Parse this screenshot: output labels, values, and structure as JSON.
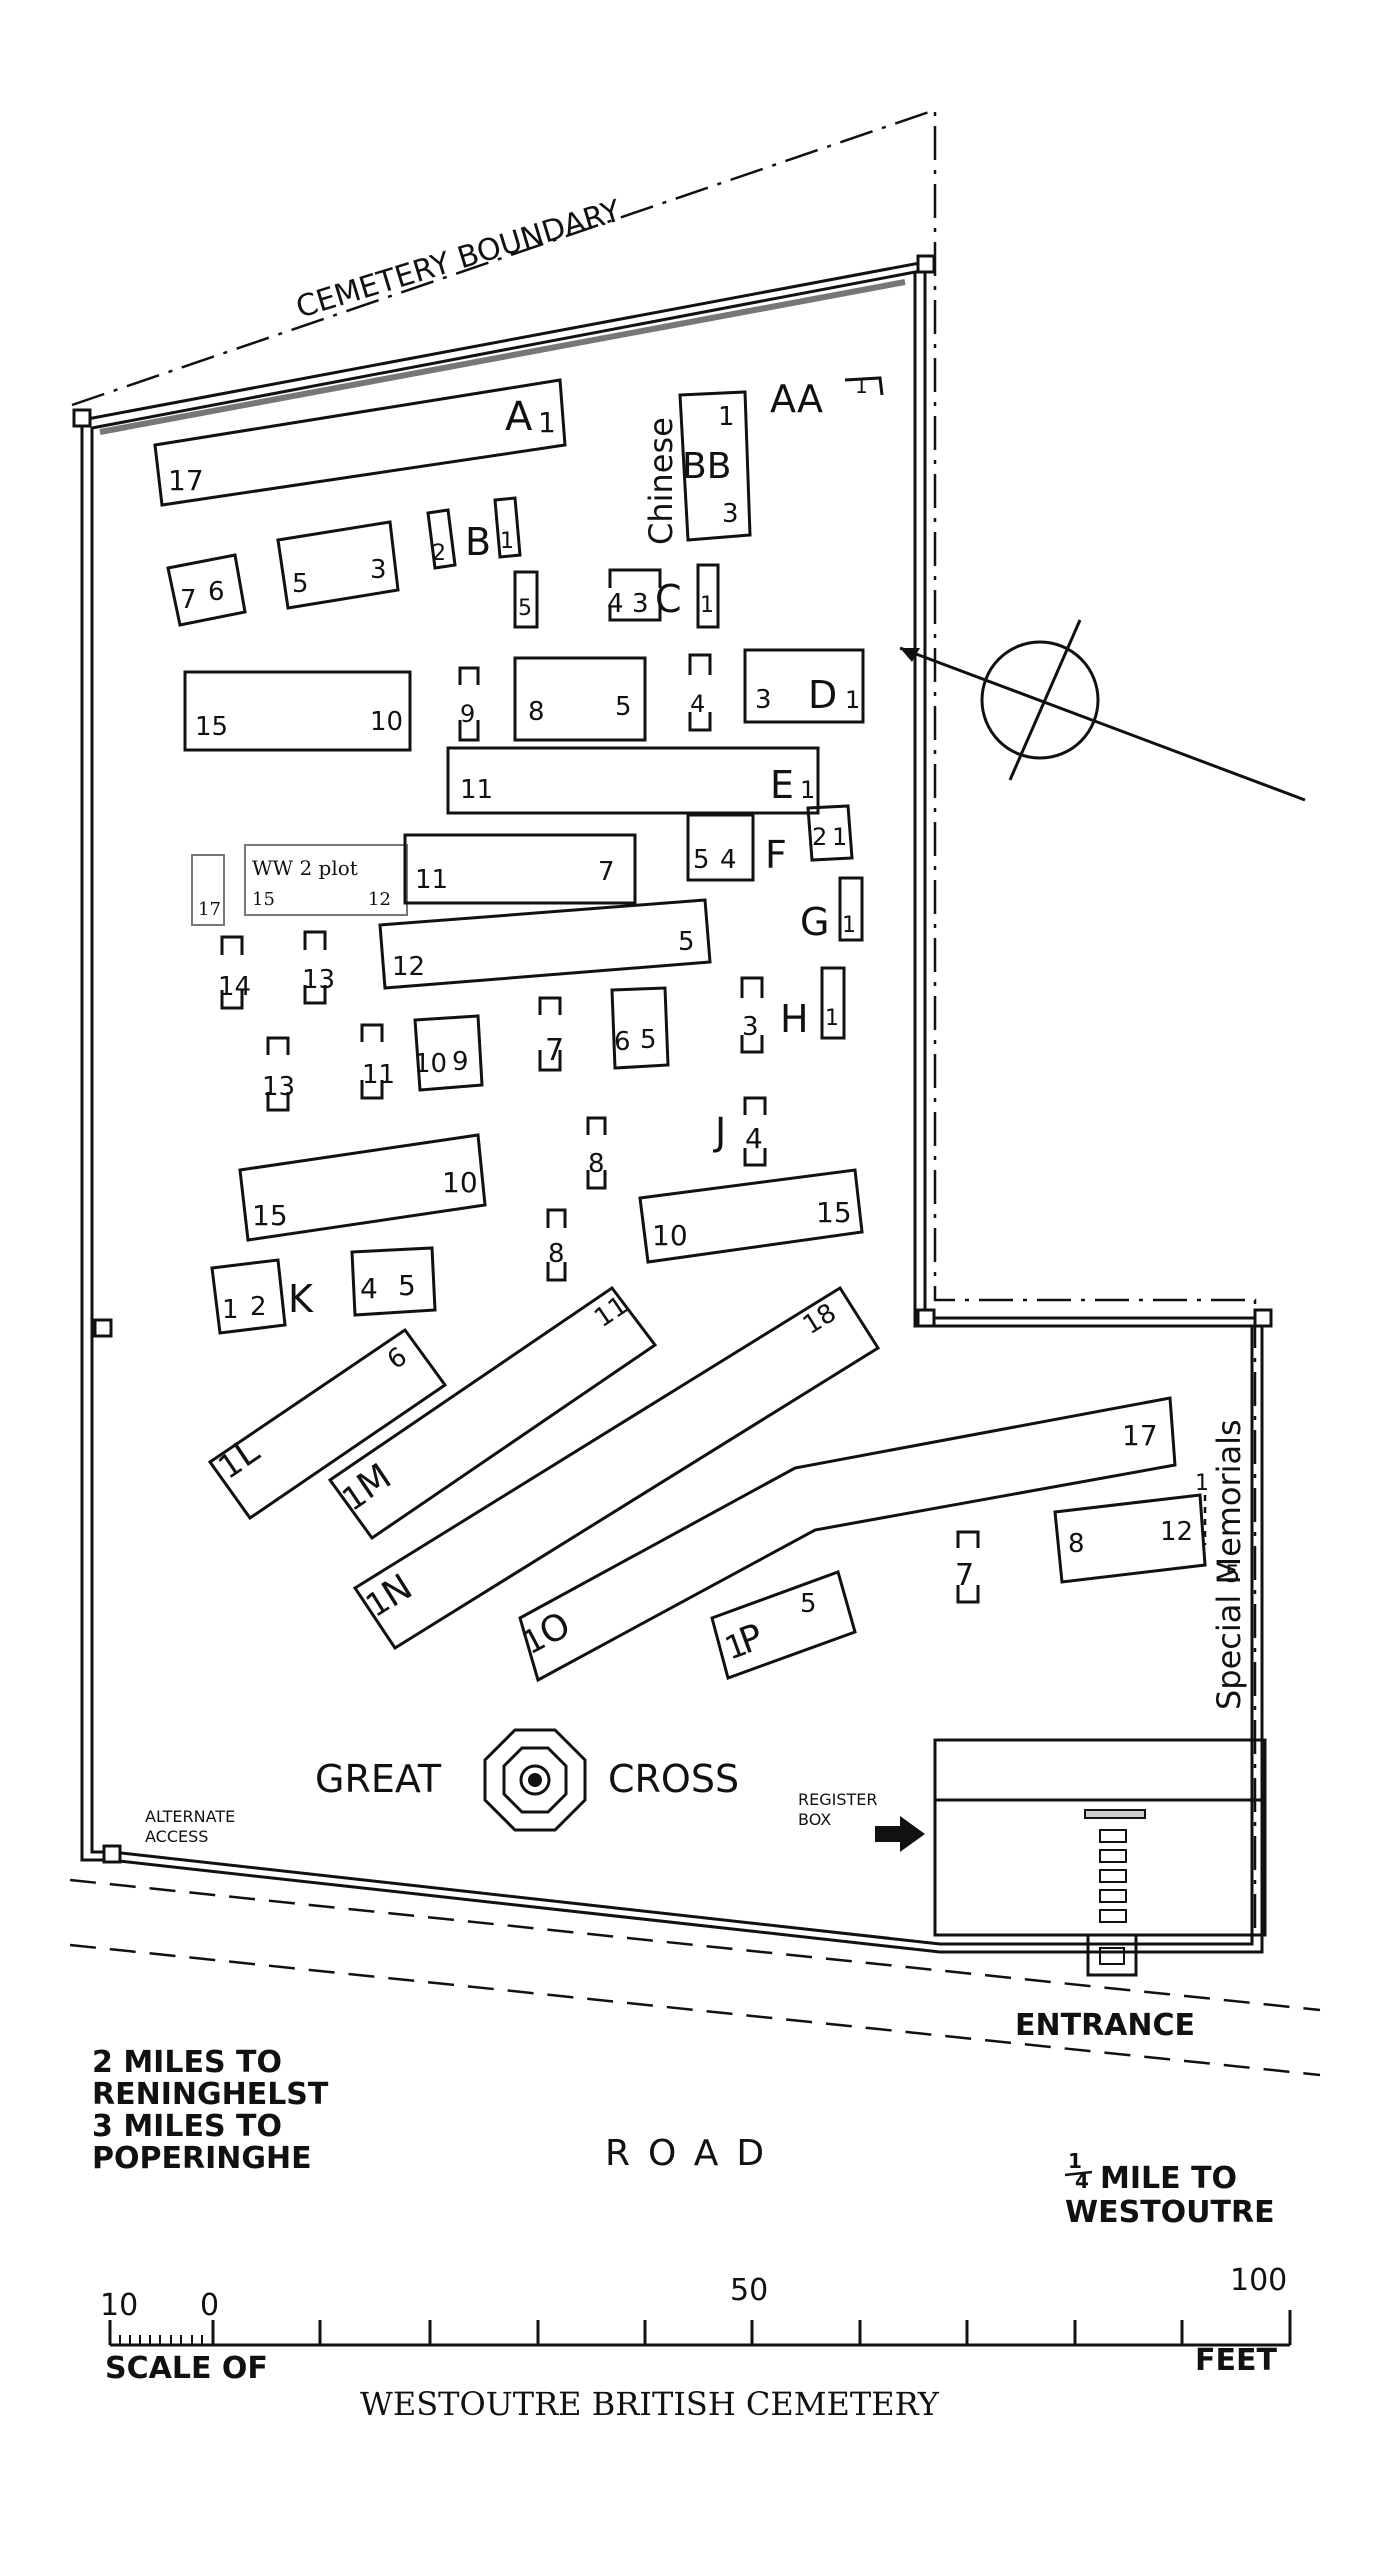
{
  "map": {
    "boundary_label": "CEMETERY BOUNDARY",
    "entrance_label": "ENTRANCE",
    "road_label": "ROAD",
    "register_label_1": "REGISTER",
    "register_label_2": "BOX",
    "alternate_label_1": "ALTERNATE",
    "alternate_label_2": "ACCESS",
    "great": "GREAT",
    "cross": "CROSS",
    "chinese": "Chinese",
    "special_memorials": "Special Memorials",
    "ww2_plot": "WW 2 plot",
    "dir_left_1": "2 MILES TO",
    "dir_left_2": "RENINGHELST",
    "dir_left_3": "3 MILES TO",
    "dir_left_4": "POPERINGHE",
    "dir_right_1a": "1",
    "dir_right_1b": "4",
    "dir_right_1c": "MILE TO",
    "dir_right_2": "WESTOUTRE",
    "scale_10": "10",
    "scale_0": "0",
    "scale_50": "50",
    "scale_100": "100",
    "scale_of": "SCALE OF",
    "feet": "FEET",
    "title": "WESTOUTRE BRITISH CEMETERY"
  },
  "plots": {
    "A": {
      "letter": "A",
      "first": "1",
      "last": "17"
    },
    "AA": {
      "letter": "AA",
      "first": "1"
    },
    "BB": {
      "letter": "BB",
      "first": "1",
      "last": "3"
    },
    "row76": {
      "a": "7",
      "b": "6"
    },
    "row53": {
      "a": "5",
      "b": "3"
    },
    "B": {
      "letter": "B",
      "a": "2",
      "b": "1",
      "c": "5"
    },
    "C": {
      "letter": "C",
      "a": "4",
      "b": "3",
      "c": "1"
    },
    "row1510": {
      "a": "15",
      "b": "10"
    },
    "r9": "9",
    "row85": {
      "a": "8",
      "b": "5"
    },
    "r4": "4",
    "D": {
      "letter": "D",
      "a": "3",
      "b": "1"
    },
    "E": {
      "letter": "E",
      "a": "11",
      "b": "1"
    },
    "ww2": {
      "a": "17",
      "b": "15",
      "c": "12"
    },
    "row117": {
      "a": "11",
      "b": "7"
    },
    "F": {
      "letter": "F",
      "a": "5",
      "b": "4",
      "c": "2",
      "d": "1"
    },
    "G": {
      "letter": "G",
      "a": "1"
    },
    "row125": {
      "a": "12",
      "b": "5"
    },
    "r14": "14",
    "r13a": "13",
    "H": {
      "letter": "H",
      "a": "3",
      "b": "1"
    },
    "r13b": "13",
    "r11": "11",
    "row109": {
      "a": "10",
      "b": "9"
    },
    "r7": "7",
    "row65": {
      "a": "6",
      "b": "5"
    },
    "r8a": "8",
    "J": {
      "letter": "J",
      "a": "4"
    },
    "row15_10": {
      "a": "15",
      "b": "10"
    },
    "row10_15": {
      "a": "10",
      "b": "15"
    },
    "r8b": "8",
    "K": {
      "letter": "K",
      "a": "1",
      "b": "2",
      "c": "4",
      "d": "5"
    },
    "L": {
      "letter": "L",
      "num": "1",
      "end": "6"
    },
    "M": {
      "letter": "M",
      "num": "1",
      "end": "11"
    },
    "N": {
      "letter": "N",
      "num": "1",
      "end": "18"
    },
    "O": {
      "letter": "O",
      "num": "1",
      "end": "17"
    },
    "P": {
      "letter": "P",
      "num": "1",
      "end": "5"
    },
    "r7b": "7",
    "row812": {
      "a": "8",
      "b": "12"
    },
    "memorials": {
      "a": "1",
      "b": "5"
    }
  }
}
